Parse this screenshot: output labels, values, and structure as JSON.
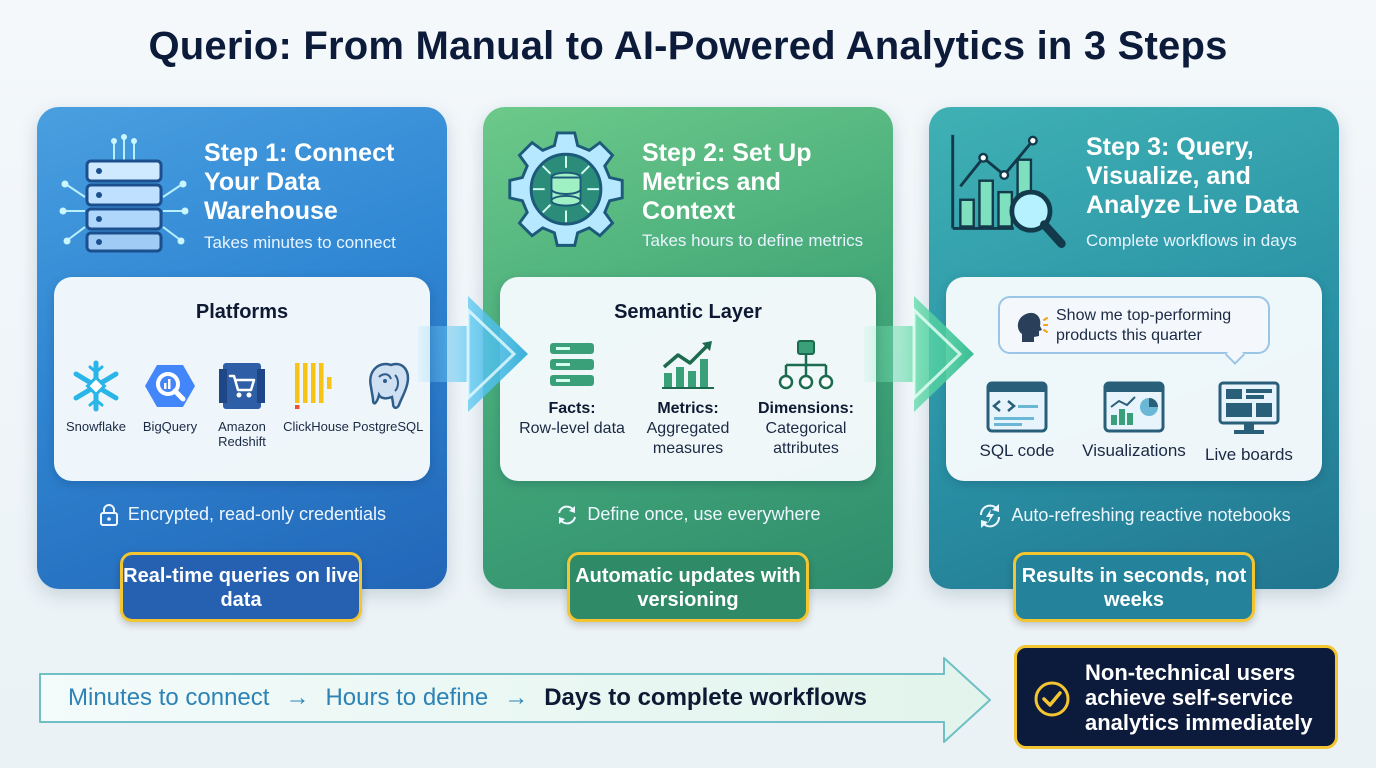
{
  "title": "Querio: From Manual to AI-Powered Analytics in 3 Steps",
  "steps": [
    {
      "title": "Step 1: Connect Your Data Warehouse",
      "subtitle": "Takes minutes to connect",
      "icon": "server-stack-icon",
      "card_title": "Platforms",
      "platforms": [
        {
          "name": "Snowflake",
          "icon": "snowflake-icon"
        },
        {
          "name": "BigQuery",
          "icon": "bigquery-icon"
        },
        {
          "name": "Amazon Redshift",
          "icon": "redshift-icon"
        },
        {
          "name": "ClickHouse",
          "icon": "clickhouse-icon"
        },
        {
          "name": "PostgreSQL",
          "icon": "postgresql-icon"
        }
      ],
      "note": "Encrypted, read-only credentials",
      "note_icon": "lock-icon",
      "badge": "Real-time queries on live data"
    },
    {
      "title": "Step 2: Set Up Metrics and Context",
      "subtitle": "Takes hours to define metrics",
      "icon": "gear-database-icon",
      "card_title": "Semantic Layer",
      "items": [
        {
          "label": "Facts:",
          "desc": "Row-level data",
          "icon": "rows-icon"
        },
        {
          "label": "Metrics:",
          "desc": "Aggregated measures",
          "icon": "trend-chart-icon"
        },
        {
          "label": "Dimensions:",
          "desc": "Categorical attributes",
          "icon": "hierarchy-icon"
        }
      ],
      "note": "Define once, use everywhere",
      "note_icon": "sync-icon",
      "badge": "Automatic updates with versioning"
    },
    {
      "title": "Step 3: Query, Visualize, and Analyze Live Data",
      "subtitle": "Complete workflows in days",
      "icon": "chart-magnifier-icon",
      "prompt": "Show me top-performing products this quarter",
      "outputs": [
        {
          "name": "SQL code",
          "icon": "code-window-icon"
        },
        {
          "name": "Visualizations",
          "icon": "chart-window-icon"
        },
        {
          "name": "Live boards",
          "icon": "monitor-board-icon"
        }
      ],
      "note": "Auto-refreshing reactive notebooks",
      "note_icon": "refresh-bolt-icon",
      "badge": "Results in seconds, not weeks"
    }
  ],
  "timeline": {
    "stage1": "Minutes to connect",
    "stage2": "Hours to define",
    "stage3": "Days to complete workflows",
    "separator": "→"
  },
  "result": "Non-technical users achieve self-service analytics immediately",
  "colors": {
    "step1": "#2f86d2",
    "step2": "#43a878",
    "step3": "#2a92a6",
    "accent_gold": "#f2c531",
    "navy": "#0c1a3c"
  }
}
